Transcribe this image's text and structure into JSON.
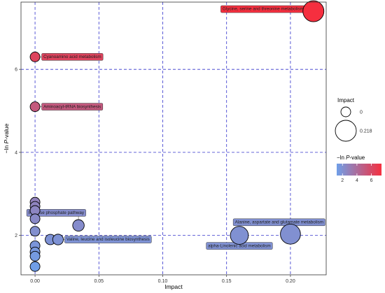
{
  "chart_data": {
    "type": "scatter",
    "title": "",
    "xlabel": "Impact",
    "ylabel_prefix": "−ln ",
    "ylabel_italic": "P",
    "ylabel_suffix": "-value",
    "xlim": [
      -0.011,
      0.228
    ],
    "ylim": [
      1.05,
      7.62
    ],
    "x_ticks": [
      0.0,
      0.05,
      0.1,
      0.15,
      0.2
    ],
    "x_tick_labels": [
      "0.00",
      "0.05",
      "0.10",
      "0.15",
      "0.20"
    ],
    "y_ticks": [
      2,
      4,
      6
    ],
    "y_tick_labels": [
      "2",
      "4",
      "6"
    ],
    "grid": true,
    "grid_style": "dashed",
    "grid_color": "#3333cc",
    "color_low": "#6f9fe8",
    "color_high": "#f52f3f",
    "color_range": [
      1.2,
      7.4
    ],
    "points": [
      {
        "x": 0.218,
        "y": 7.4,
        "impact": 0.218,
        "label": "Glycine, serine and threonine metabolism",
        "label_side": "left"
      },
      {
        "x": 0.0,
        "y": 6.3,
        "impact": 0.0,
        "label": "Cyanoamino acid metabolism",
        "label_side": "right"
      },
      {
        "x": 0.0,
        "y": 5.1,
        "impact": 0.0,
        "label": "Aminoacyl-tRNA biosynthesis",
        "label_side": "right"
      },
      {
        "x": 0.0,
        "y": 2.8,
        "impact": 0.0
      },
      {
        "x": 0.0,
        "y": 2.7,
        "impact": 0.0
      },
      {
        "x": 0.0,
        "y": 2.6,
        "impact": 0.0
      },
      {
        "x": 0.0,
        "y": 2.4,
        "impact": 0.0
      },
      {
        "x": 0.0,
        "y": 2.1,
        "impact": 0.0
      },
      {
        "x": 0.0,
        "y": 1.75,
        "impact": 0.0
      },
      {
        "x": 0.0,
        "y": 1.6,
        "impact": 0.0
      },
      {
        "x": 0.0,
        "y": 1.5,
        "impact": 0.0
      },
      {
        "x": 0.0,
        "y": 1.25,
        "impact": 0.0
      },
      {
        "x": 0.034,
        "y": 2.24,
        "impact": 0.034,
        "label": "Pentose phosphate pathway",
        "label_side": "above-left"
      },
      {
        "x": 0.012,
        "y": 1.9,
        "impact": 0.012
      },
      {
        "x": 0.018,
        "y": 1.9,
        "impact": 0.018,
        "label": "Valine, leucine and isoleucine biosynthesis",
        "label_side": "right"
      },
      {
        "x": 0.16,
        "y": 2.0,
        "impact": 0.16,
        "label": "alpha-Linolenic acid metabolism",
        "label_side": "below"
      },
      {
        "x": 0.2,
        "y": 2.03,
        "impact": 0.2,
        "label": "Alanine, aspartate and glutamate metabolism",
        "label_side": "above"
      }
    ],
    "legend": {
      "size_title": "Impact",
      "size_entries": [
        {
          "value": 0.0,
          "label": "0"
        },
        {
          "value": 0.218,
          "label": "0.218"
        }
      ],
      "color_title_prefix": "−ln ",
      "color_title_italic": "P",
      "color_title_suffix": "-value",
      "color_ticks": [
        2,
        4,
        6
      ],
      "color_tick_labels": [
        "2",
        "4",
        "6"
      ],
      "placement": "right"
    }
  }
}
